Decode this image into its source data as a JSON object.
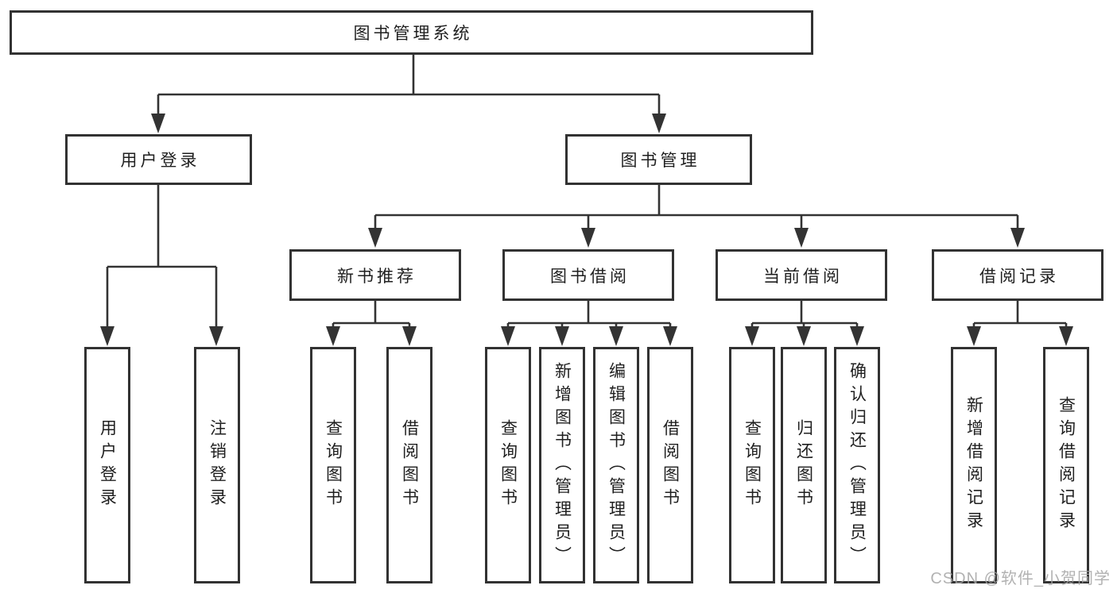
{
  "colors": {
    "line": "#333333",
    "box_border": "#323232",
    "text": "#1f1f1f",
    "background": "#ffffff",
    "watermark": "#a5a5a5"
  },
  "watermark": {
    "text": "CSDN @软件_小贺同学"
  },
  "tree": {
    "label": "图书管理系统",
    "children": [
      {
        "label": "用户登录",
        "children": [
          {
            "label": "用户登录"
          },
          {
            "label": "注销登录"
          }
        ]
      },
      {
        "label": "图书管理",
        "children": [
          {
            "label": "新书推荐",
            "children": [
              {
                "label": "查询图书"
              },
              {
                "label": "借阅图书"
              }
            ]
          },
          {
            "label": "图书借阅",
            "children": [
              {
                "label": "查询图书"
              },
              {
                "label": "新增图书（管理员）"
              },
              {
                "label": "编辑图书（管理员）"
              },
              {
                "label": "借阅图书"
              }
            ]
          },
          {
            "label": "当前借阅",
            "children": [
              {
                "label": "查询图书"
              },
              {
                "label": "归还图书"
              },
              {
                "label": "确认归还（管理员）"
              }
            ]
          },
          {
            "label": "借阅记录",
            "children": [
              {
                "label": "新增借阅记录"
              },
              {
                "label": "查询借阅记录"
              }
            ]
          }
        ]
      }
    ]
  }
}
